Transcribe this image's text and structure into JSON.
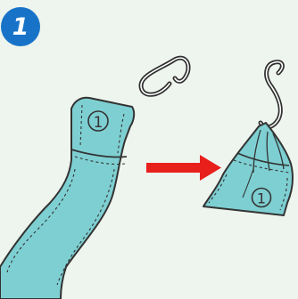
{
  "step": {
    "number": "1"
  },
  "strap_before": {
    "mark": "1"
  },
  "strap_after": {
    "mark": "1"
  },
  "colors": {
    "background": "#eef5ee",
    "badge": "#1873c8",
    "fabric": "#7ecfd2",
    "fabric_outline": "#333333",
    "hook": "#2f2f2f",
    "arrow": "#e8201c"
  },
  "icons": {
    "left_hook": "s-hook-icon",
    "right_hook": "s-hook-icon",
    "arrow": "arrow-right-icon"
  }
}
